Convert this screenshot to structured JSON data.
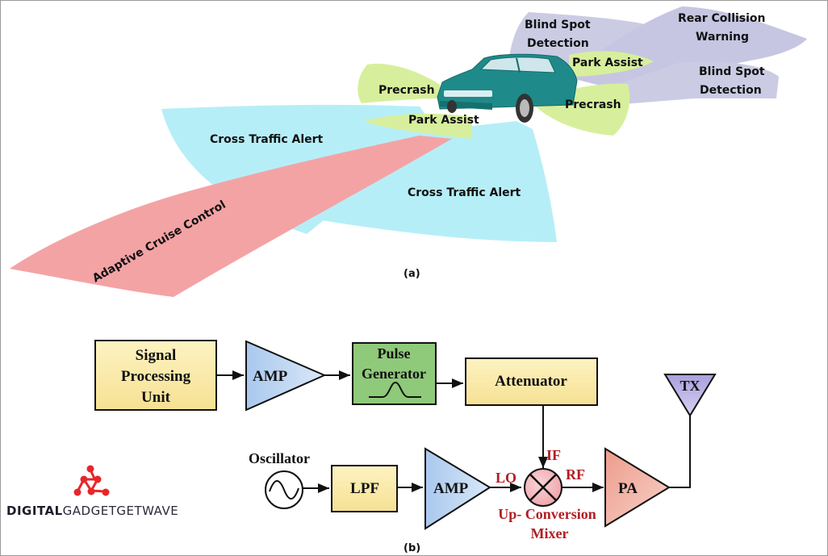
{
  "figure_a": {
    "caption": "(a)",
    "zones": {
      "blind_spot_left": [
        "Blind Spot",
        "Detection"
      ],
      "rear_collision": [
        "Rear Collision",
        "Warning"
      ],
      "blind_spot_right": [
        "Blind Spot",
        "Detection"
      ],
      "park_assist_rear": "Park Assist",
      "precrash_front": "Precrash",
      "precrash_rear": "Precrash",
      "park_assist_front": "Park Assist",
      "cross_traffic_left": "Cross Traffic Alert",
      "cross_traffic_right": "Cross Traffic Alert",
      "adaptive_cruise": "Adaptive Cruise Control"
    },
    "colors": {
      "blind_spot": "#c9c9e3",
      "green_zone": "#d7ef9c",
      "cross_traffic": "#b6eef8",
      "cruise": "#f4a3a5",
      "car": "#1f8a8a"
    }
  },
  "figure_b": {
    "caption": "(b)",
    "blocks": {
      "signal_processing": [
        "Signal",
        "Processing",
        "Unit"
      ],
      "amp1": "AMP",
      "pulse_generator": [
        "Pulse",
        "Generator"
      ],
      "attenuator": "Attenuator",
      "tx": "TX",
      "oscillator": "Oscillator",
      "lpf": "LPF",
      "amp2": "AMP",
      "pa": "PA"
    },
    "mixer_labels": {
      "lo": "LO",
      "if": "IF",
      "rf": "RF",
      "name": [
        "Up- Conversion",
        "Mixer"
      ]
    },
    "colors": {
      "yellow_block": "#fbeeae",
      "blue_amp": "#b8d3f0",
      "green_block": "#8fc97a",
      "tx": "#bcb3e3",
      "pa": "#f0a89a",
      "mixer": "#f2b8bc",
      "red_label": "#b01e23"
    }
  },
  "logo": {
    "bold": "DIGITAL",
    "light": "GADGETGETWAVE",
    "color": "#e8262a"
  }
}
